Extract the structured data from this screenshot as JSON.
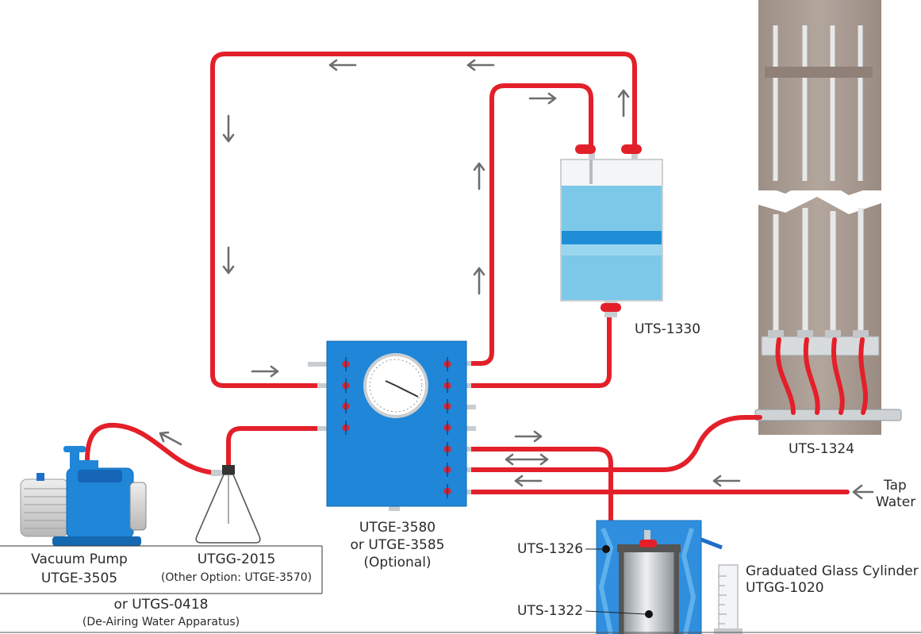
{
  "diagram": {
    "labels": {
      "uts1330": "UTS-1330",
      "uts1324": "UTS-1324",
      "tap_water_line1": "Tap",
      "tap_water_line2": "Water",
      "panel_line1": "UTGE-3580",
      "panel_line2": "or UTGE-3585",
      "panel_line3": "(Optional)",
      "vacuum_pump_line1": "Vacuum Pump",
      "vacuum_pump_line2": "UTGE-3505",
      "flask_line1": "UTGG-2015",
      "flask_line2": "(Other Option: UTGE-3570)",
      "alt_line1": "or UTGS-0418",
      "alt_line2": "(De-Airing Water Apparatus)",
      "uts1326": "UTS-1326",
      "uts1322": "UTS-1322",
      "cylinder_line1": "Graduated Glass Cylinder",
      "cylinder_line2": "UTGG-1020"
    },
    "colors": {
      "tube": "#e3202a",
      "panel": "#1f86d8",
      "water": "#7cc8e8",
      "water_band": "#1e8fd6",
      "board": "#a99b92",
      "arrow": "#6e6e6e",
      "steel": "#b8bec4"
    }
  }
}
